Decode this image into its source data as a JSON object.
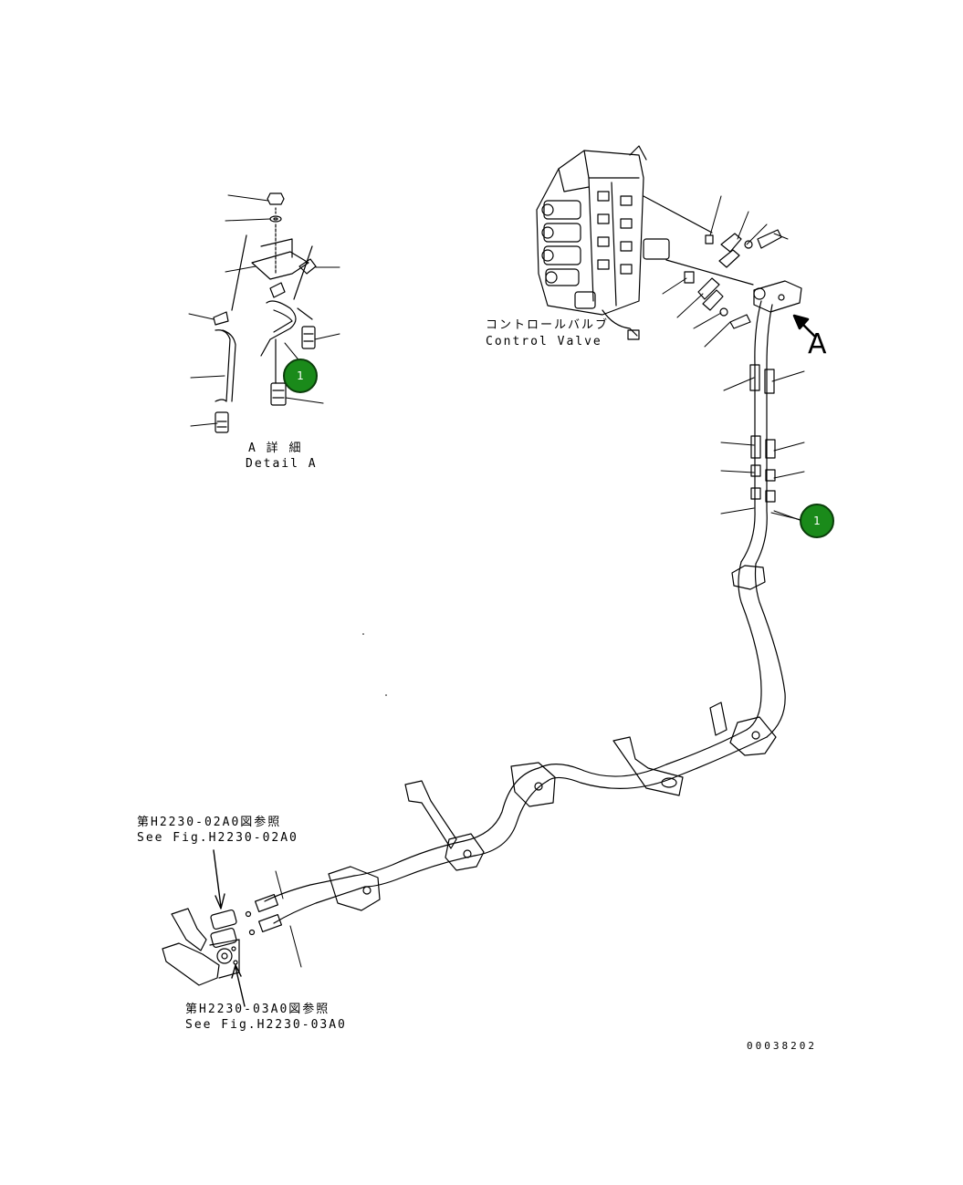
{
  "labels": {
    "control_valve_jp": "コントロールバルブ",
    "control_valve_en": "Control Valve",
    "view_letter": "A",
    "detail_jp": "A 詳 細",
    "detail_en": "Detail A",
    "ref_top_jp": "第H2230-02A0図参照",
    "ref_top_en": "See Fig.H2230-02A0",
    "ref_bottom_jp": "第H2230-03A0図参照",
    "ref_bottom_en": "See Fig.H2230-03A0",
    "drawing_number": "00038202"
  },
  "callouts": [
    {
      "id": "detail",
      "label": "1"
    },
    {
      "id": "main",
      "label": "1"
    }
  ],
  "colors": {
    "callout_fill": "#1a8a1a",
    "callout_border": "#0b3d0b",
    "line": "#000000"
  }
}
